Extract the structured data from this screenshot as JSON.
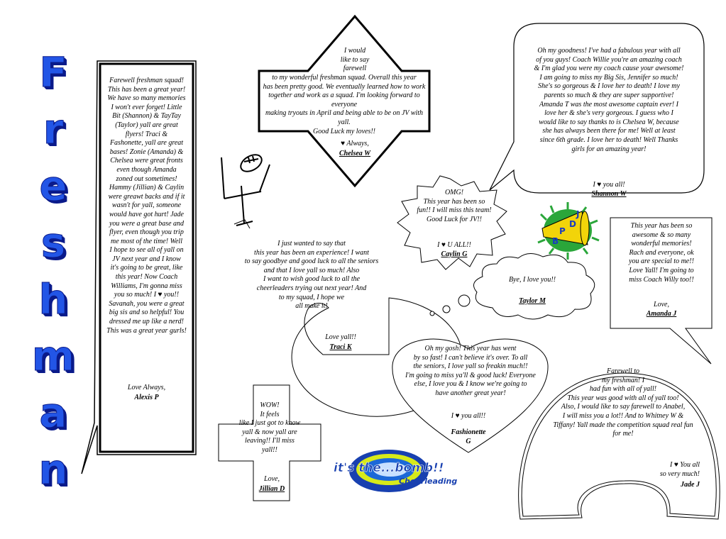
{
  "title_letters": [
    "F",
    "r",
    "e",
    "s",
    "h",
    "m",
    "a",
    "n"
  ],
  "messages": {
    "alexis": {
      "body": "Farewell freshman squad!\nThis has been a great year!\nWe have so many memories\nI won't ever forget!  Little\nBit (Shannon) & TayTay\n(Taylor) yall are great\nflyers!  Traci &\nFashonette, yall are great\nbases!  Zonie (Amanda) &\nChelsea were great fronts\neven though Amanda\nzoned out sometimes!\nHammy (Jillian) & Caylin\nwere greawt backs and if it\nwasn't for yall, someone\nwould have got hurt!  Jade\nyou were a great base and\nflyer, even though you trip\nme most of the time!  Well\nI hope to see all of yall on\nJV next year and I know\nit's going to be great, like\nthis year!  Now Coach\nWilliams, I'm gonna miss\nyou so much!  I ♥ you!!\nSavanah, you were a great\nbig sis and so helpful!  You\ndressed me up like a nerd!\nThis was a great year gurls!",
      "closing": "Love Always,",
      "signature": "Alexis P"
    },
    "chelsea": {
      "intro": "I would\nlike to say\nfarewell",
      "body": "to my wonderful freshman squad.  Overall this year\nhas been pretty good. We eventually learned how to work\ntogether and work as a squad.  I'm looking forward to everyone\nmaking tryouts in April and being able to be on JV with yall.\nGood Luck my loves!!",
      "closing": "♥ Always,",
      "signature": "Chelsea W"
    },
    "shannon": {
      "body": "Oh my goodness!  I've had a fabulous year with all\nof you guys!  Coach Willie you're an amazing coach\n& I'm glad you were my coach cause your awesome!\nI am going to miss my Big Sis, Jennifer so much!\nShe's so gorgeous & I love her to death!  I love my\nparents so much & they are super supportive!\nAmanda T was the most awesome captain ever!  I\nlove her & she's very gorgeous.  I guess who I\nwould like to say thanks to is Chelsea W, because\nshe has always been there for me!  Well at least\nsince 6th grade.  I love her to death!  Well Thanks\ngirls for an amazing year!",
      "closing": "I ♥ you all!",
      "signature": "Shannon W"
    },
    "caylin": {
      "body": "OMG!\nThis year has been so\nfun!! I will miss this team!\nGood Luck for JV!!",
      "closing": "I ♥ U ALL!!",
      "signature": "Caylin G"
    },
    "amanda": {
      "body": "This year has been so\nawesome & so many\nwonderful memories!\nRach and everyone, ok\nyou are special to me!!\nLove Yall!  I'm going to\nmiss Coach Willy too!!",
      "closing": "Love,",
      "signature": "Amanda J"
    },
    "traci": {
      "body": "I just wanted to say that\nthis year has been an experience!  I want\nto say goodbye and good luck to all the seniors\nand that I love yall                    so much! Also\nI want to wish good                  luck to all the\ncheerleaders trying                  out next year! And\nto my squad,                          I hope we\nall make it!",
      "closing": "Love yall!!",
      "signature": "Traci K"
    },
    "taylor": {
      "body": "Bye, I love you!!",
      "signature": "Taylor M"
    },
    "fashionette": {
      "body": "Oh my gosh!          This year has went\nby so fast!  I can't believe it's over.  To all\nthe seniors, I love yall so freakin much!!\nI'm going to miss ya'll & good luck!  Everyone\nelse, I love you & I know we're going to\nhave another great year!",
      "closing": "I ♥ you all!!",
      "signature": "Fashionette\nG"
    },
    "jillian": {
      "body": "WOW!\nIt feels\nlike I just got to know\nyall & now yall are\nleaving!!  I'll miss\nyall!!",
      "closing": "Love,",
      "signature": "Jillian D"
    },
    "jade": {
      "body": "Farewell to\nmy freshman! I\nhad fun with all of yall!\nThis year was good with all of yall too!\nAlso, I would like to say farewell to Anabel,\nI will miss you a lot!!  And to Whitney W &\nTiffany!  Yall made the competition squad real fun\nfor me!",
      "closing": "I ♥  You all\nso very much!",
      "signature": "Jade J"
    }
  },
  "logo": {
    "line1": "it's the...bomb!!",
    "line2": "Cheerleading"
  },
  "colors": {
    "title_blue": "#2255e6",
    "title_dark": "#0a1a8a",
    "pompom_green": "#2aa63a",
    "megaphone_yellow": "#f2d40a"
  }
}
